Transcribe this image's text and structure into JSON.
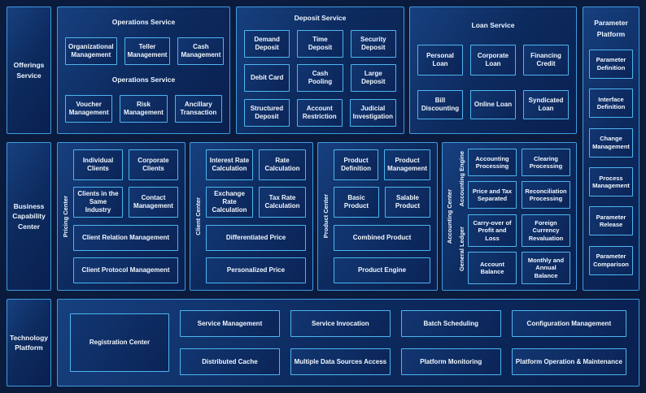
{
  "colors": {
    "page_bg": "#0a1b3d",
    "panel_border": "#3f9be0",
    "box_border": "#4db6f0",
    "text": "#ffffff"
  },
  "sidebar": {
    "offerings": "Offerings Service",
    "business_capability": "Business Capability Center",
    "technology": "Technology Platform"
  },
  "operations": {
    "title": "Operations Service",
    "mid_label": "Operations Service",
    "row1": [
      "Organizational Management",
      "Teller Management",
      "Cash Management"
    ],
    "row2": [
      "Voucher Management",
      "Risk Management",
      "Ancillary Transaction"
    ]
  },
  "deposit": {
    "title": "Deposit Service",
    "boxes": [
      "Demand Deposit",
      "Time Deposit",
      "Security Deposit",
      "Debit Card",
      "Cash Pooling",
      "Large Deposit",
      "Structured Deposit",
      "Account Restriction",
      "Judicial Investigation"
    ]
  },
  "loan": {
    "title": "Loan Service",
    "row1": [
      "Personal Loan",
      "Corporate Loan",
      "Financing Credit"
    ],
    "row2": [
      "Bill Discounting",
      "Online Loan",
      "Syndicated Loan"
    ]
  },
  "parameter_platform": {
    "title_line1": "Parameter",
    "title_line2": "Platform",
    "boxes": [
      "Parameter Definition",
      "Interface Definition",
      "Change Management",
      "Process Management",
      "Parameter Release",
      "Parameter Comparison"
    ]
  },
  "pricing_center": {
    "side_label": "Pricing Center",
    "row1": [
      "Individual Clients",
      "Corporate Clients"
    ],
    "row2": [
      "Clients in the Same Industry",
      "Contact Management"
    ],
    "wide1": "Client Relation Management",
    "wide2": "Client Protocol Management"
  },
  "client_center": {
    "side_label": "Client Center",
    "row1": [
      "Interest Rate Calculation",
      "Rate Calculation"
    ],
    "row2": [
      "Exchange Rate Calculation",
      "Tax Rate Calculation"
    ],
    "wide1": "Differentiated Price",
    "wide2": "Personalized Price"
  },
  "product_center": {
    "side_label": "Product Center",
    "row1": [
      "Product Definition",
      "Product Management"
    ],
    "row2": [
      "Basic Product",
      "Salable Product"
    ],
    "wide1": "Combined Product",
    "wide2": "Product Engine"
  },
  "accounting_center": {
    "side_label": "Accounting Center",
    "group1_label": "Accounting Engine",
    "group1_boxes": [
      "Accounting Processing",
      "Clearing Processing",
      "Price and Tax Separated",
      "Reconciliation Processing"
    ],
    "group2_label": "General Ledger",
    "group2_boxes": [
      "Carry-over of Profit and Loss",
      "Foreign Currency Revaluation",
      "Account Balance",
      "Monthly and Annual Balance"
    ]
  },
  "technology": {
    "registration": "Registration Center",
    "col1": [
      "Service Management",
      "Distributed Cache"
    ],
    "col2": [
      "Service Invocation",
      "Multiple Data Sources Access"
    ],
    "col3": [
      "Batch Scheduling",
      "Platform Monitoring"
    ],
    "col4": [
      "Configuration Management",
      "Platform Operation & Maintenance"
    ]
  }
}
